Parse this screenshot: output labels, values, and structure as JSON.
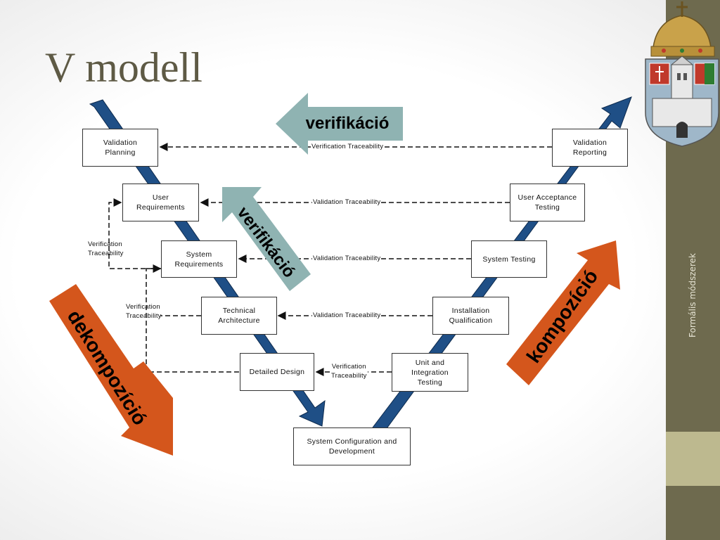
{
  "slide": {
    "title": "V modell",
    "sidebar_text": "Formális módszerek"
  },
  "diagram": {
    "boxes": {
      "validation_planning": "Validation\nPlanning",
      "user_requirements": "User\nRequirements",
      "system_requirements": "System\nRequirements",
      "technical_architecture": "Technical\nArchitecture",
      "detailed_design": "Detailed Design",
      "system_configuration": "System Configuration and\nDevelopment",
      "unit_integration_testing": "Unit and\nIntegration\nTesting",
      "installation_qualification": "Installation\nQualification",
      "system_testing": "System Testing",
      "user_acceptance_testing": "User Acceptance\nTesting",
      "validation_reporting": "Validation\nReporting"
    },
    "links": {
      "verification_traceability_top": "Verification Traceability",
      "validation_traceability_ur": "Validation Traceability",
      "validation_traceability_sr": "Validation Traceability",
      "validation_traceability_ta": "Validation Traceability",
      "verification_traceability_dd": "Verification\nTraceability",
      "verification_traceability_left1": "Verification\nTraceability",
      "verification_traceability_left2": "Verification\nTraceability"
    },
    "overlays": {
      "verification_top": "verifikáció",
      "verification_diagonal": "verifikáció",
      "decomposition": "dekompozíció",
      "composition": "kompozíció"
    },
    "colors": {
      "v_arrow": "#1f4f86",
      "overlay_teal": "#8fb3b2",
      "overlay_orange": "#d4561c",
      "sidebar": "#6e6a4e",
      "sidebar_accent": "#bdb98f",
      "title": "#5e5a45"
    },
    "icons": [
      "coat-of-arms-icon"
    ]
  }
}
